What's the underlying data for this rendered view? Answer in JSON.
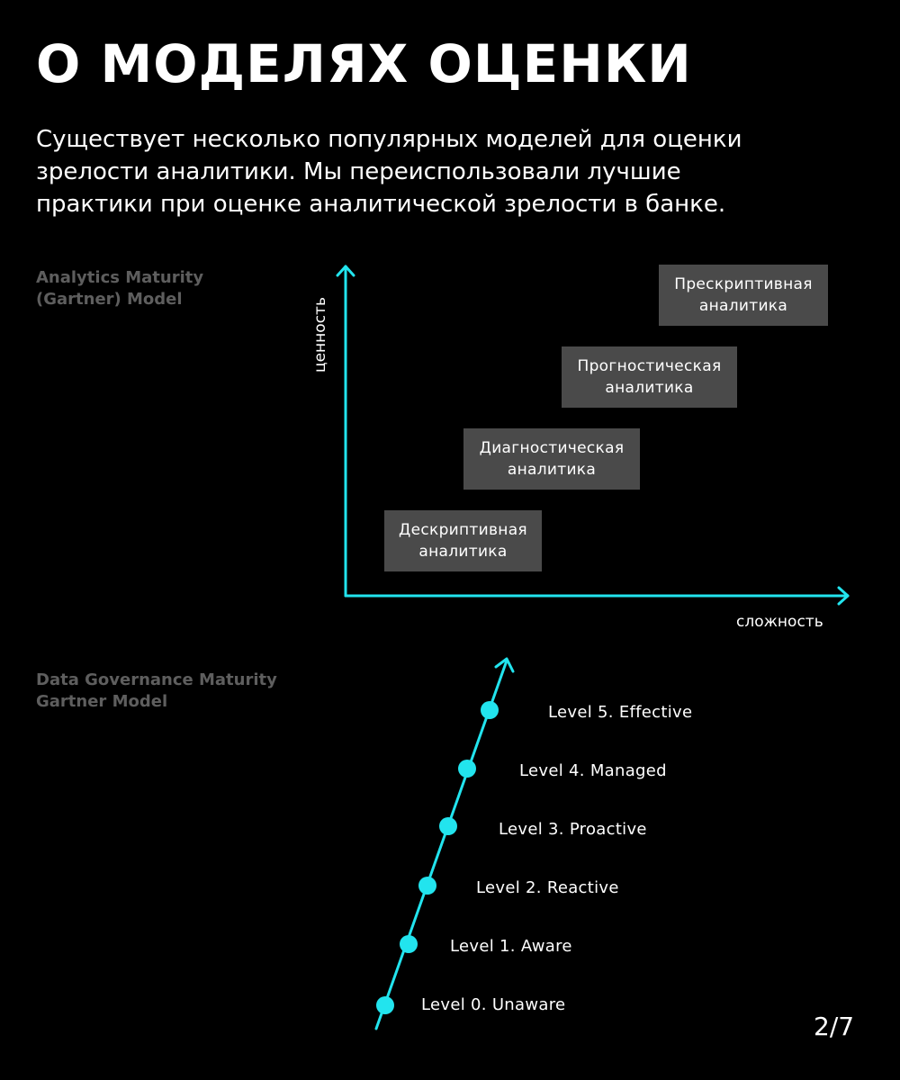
{
  "title": "О МОДЕЛЯХ ОЦЕНКИ",
  "intro": {
    "line1": "Существует несколько популярных моделей для оценки",
    "line2": "зрелости аналитики. Мы переиспользовали лучшие",
    "line3": "практики при оценке аналитической зрелости в банке."
  },
  "analytics_model": {
    "label_line1": "Analytics Maturity",
    "label_line2": "(Gartner) Model",
    "y_axis_label": "ценность",
    "x_axis_label": "сложность",
    "stages": [
      {
        "line1": "Дескриптивная",
        "line2": "аналитика"
      },
      {
        "line1": "Диагностическая",
        "line2": "аналитика"
      },
      {
        "line1": "Прогностическая",
        "line2": "аналитика"
      },
      {
        "line1": "Прескриптивная",
        "line2": "аналитика"
      }
    ]
  },
  "governance_model": {
    "label_line1": "Data Governance Maturity",
    "label_line2": "Gartner Model",
    "levels": [
      "Level 0. Unaware",
      "Level 1. Aware",
      "Level 2. Reactive",
      "Level 3. Proactive",
      "Level 4. Managed",
      "Level 5. Effective"
    ]
  },
  "page_indicator": "2/7",
  "colors": {
    "background": "#000000",
    "accent": "#22e4ee",
    "box": "#4a4a4a",
    "muted_label": "#5e5e5e",
    "text": "#ffffff"
  }
}
